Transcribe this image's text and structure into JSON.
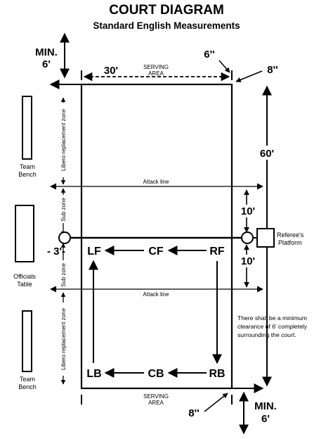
{
  "title": "COURT DIAGRAM",
  "subtitle": "Standard English Measurements",
  "measurements": {
    "min_top": [
      "MIN.",
      "6'"
    ],
    "min_bottom": [
      "MIN.",
      "6'"
    ],
    "width_30": "30'",
    "six_inch": "6''",
    "eight_inch_top": "8''",
    "eight_inch_bottom": "8''",
    "length_60": "60'",
    "ten_top": "10'",
    "ten_bottom": "10'",
    "post_offset": "- 3'-"
  },
  "zones": {
    "serving_area_top": [
      "SERVING",
      "AREA"
    ],
    "serving_area_bottom": [
      "SERVING",
      "AREA"
    ],
    "libero_top": "Libero replacement zone",
    "libero_bottom": "Libero replacement zone",
    "sub_top": "Sub zone",
    "sub_bottom": "Sub zone",
    "attack_top": "Attack line",
    "attack_bottom": "Attack line"
  },
  "sideline": {
    "team_bench_top": [
      "Team",
      "Bench"
    ],
    "officials_table": [
      "Officials",
      "Table"
    ],
    "team_bench_bottom": [
      "Team",
      "Bench"
    ],
    "referee_platform": [
      "Referee's",
      "Platform"
    ]
  },
  "positions": {
    "front": [
      "LF",
      "CF",
      "RF"
    ],
    "back": [
      "LB",
      "CB",
      "RB"
    ]
  },
  "note": [
    "There shall be a minimum",
    "clearance of 6' completely",
    "surrounding the court."
  ]
}
